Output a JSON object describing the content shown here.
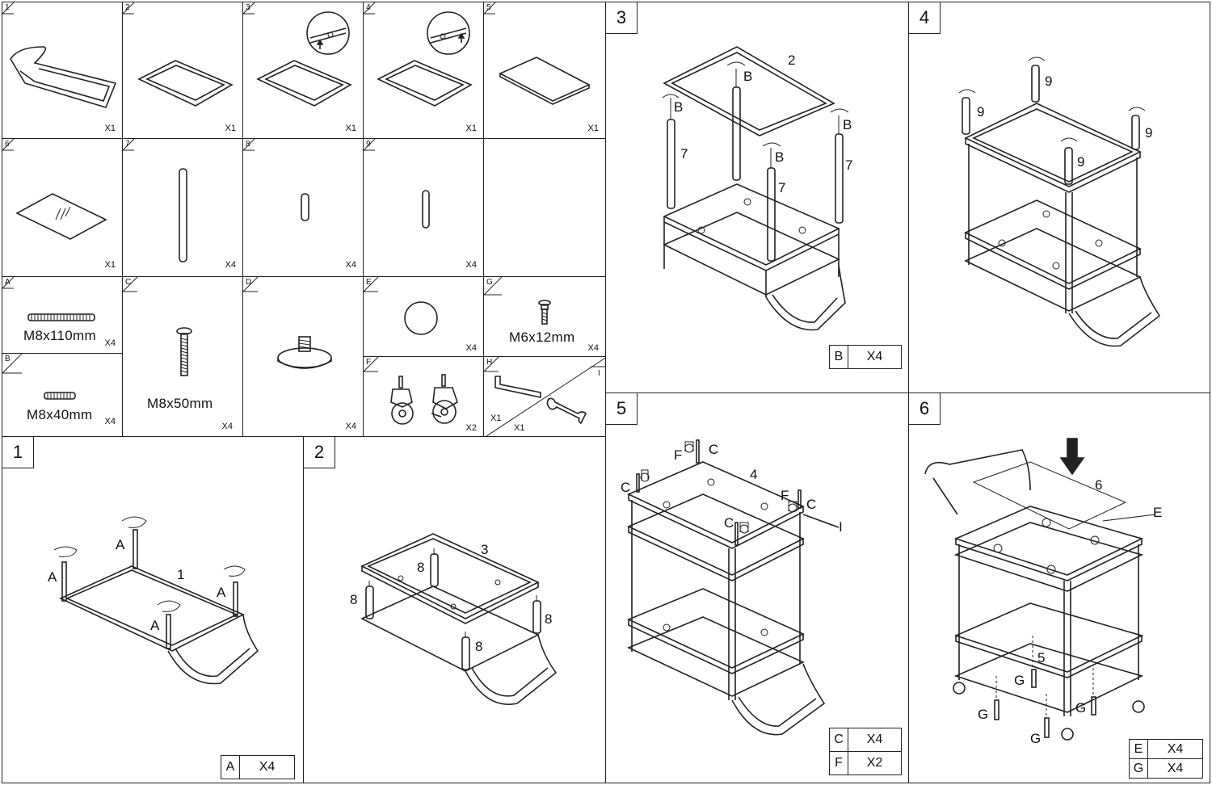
{
  "parts": [
    {
      "id": "1",
      "qty": "X1"
    },
    {
      "id": "2",
      "qty": "X1"
    },
    {
      "id": "3",
      "qty": "X1"
    },
    {
      "id": "4",
      "qty": "X1"
    },
    {
      "id": "5",
      "qty": "X1"
    },
    {
      "id": "6",
      "qty": "X1"
    },
    {
      "id": "7",
      "qty": "X4"
    },
    {
      "id": "8",
      "qty": "X4"
    },
    {
      "id": "9",
      "qty": "X4"
    }
  ],
  "hardware": {
    "A": {
      "id": "A",
      "caption": "M8x110mm",
      "qty": "X4"
    },
    "B": {
      "id": "B",
      "caption": "M8x40mm",
      "qty": "X4"
    },
    "C": {
      "id": "C",
      "caption": "M8x50mm",
      "qty": "X4"
    },
    "D": {
      "id": "D",
      "qty": "X4"
    },
    "E": {
      "id": "E",
      "qty": "X4"
    },
    "F": {
      "id": "F",
      "qty": "X2"
    },
    "G": {
      "id": "G",
      "caption": "M6x12mm",
      "qty": "X4"
    },
    "H": {
      "id": "H",
      "qty": "X1"
    },
    "I": {
      "id": "I",
      "qty": "X1"
    }
  },
  "steps": {
    "s1": {
      "num": "1",
      "labels": {
        "a": "A",
        "one": "1"
      },
      "legend": [
        {
          "k": "A",
          "v": "X4"
        }
      ]
    },
    "s2": {
      "num": "2",
      "labels": {
        "three": "3",
        "eight": "8"
      }
    },
    "s3": {
      "num": "3",
      "labels": {
        "two": "2",
        "b": "B",
        "seven": "7"
      },
      "legend": [
        {
          "k": "B",
          "v": "X4"
        }
      ]
    },
    "s4": {
      "num": "4",
      "labels": {
        "nine": "9"
      }
    },
    "s5": {
      "num": "5",
      "labels": {
        "c": "C",
        "f": "F",
        "four": "4",
        "i": "I"
      },
      "legend": [
        {
          "k": "C",
          "v": "X4"
        },
        {
          "k": "F",
          "v": "X2"
        }
      ]
    },
    "s6": {
      "num": "6",
      "labels": {
        "six": "6",
        "e": "E",
        "five": "5",
        "g": "G"
      },
      "legend": [
        {
          "k": "E",
          "v": "X4"
        },
        {
          "k": "G",
          "v": "X4"
        }
      ]
    }
  }
}
